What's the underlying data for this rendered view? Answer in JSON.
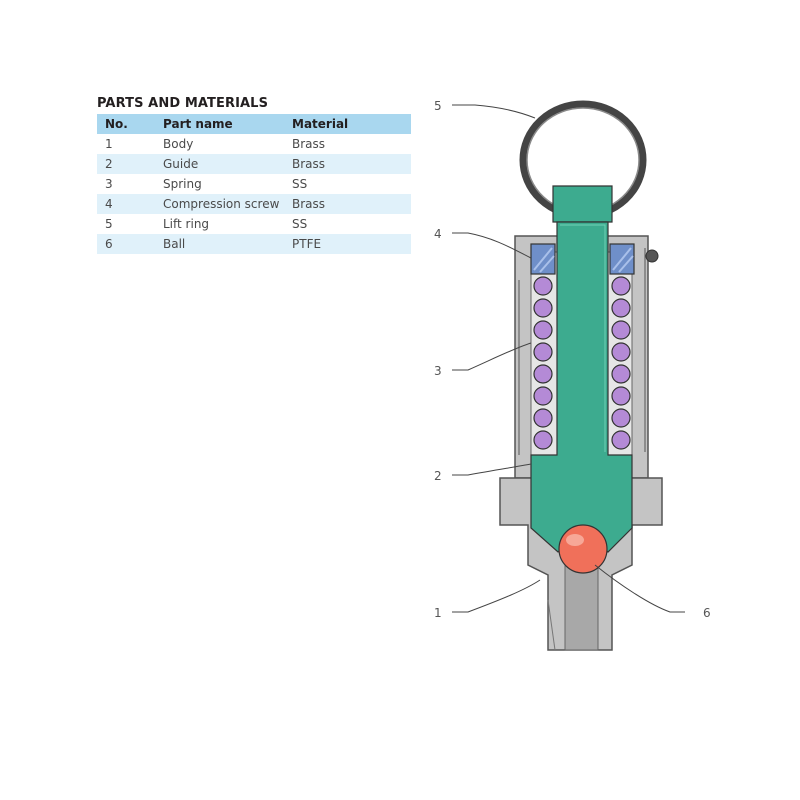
{
  "table": {
    "title": "PARTS AND MATERIALS",
    "headers": [
      "No.",
      "Part name",
      "Material"
    ],
    "rows": [
      [
        "1",
        "Body",
        "Brass"
      ],
      [
        "2",
        "Guide",
        "Brass"
      ],
      [
        "3",
        "Spring",
        "SS"
      ],
      [
        "4",
        "Compression screw",
        "Brass"
      ],
      [
        "5",
        "Lift ring",
        "SS"
      ],
      [
        "6",
        "Ball",
        "PTFE"
      ]
    ]
  },
  "callouts": [
    "5",
    "4",
    "3",
    "2",
    "1",
    "6"
  ],
  "colors": {
    "header": "#a9d7ef",
    "row_alt": "#e0f1fa",
    "body": "#c4c4c4",
    "guide": "#3dab8f",
    "spring": "#b48ad6",
    "screw": "#6f8fc9",
    "ball": "#f0705a"
  }
}
